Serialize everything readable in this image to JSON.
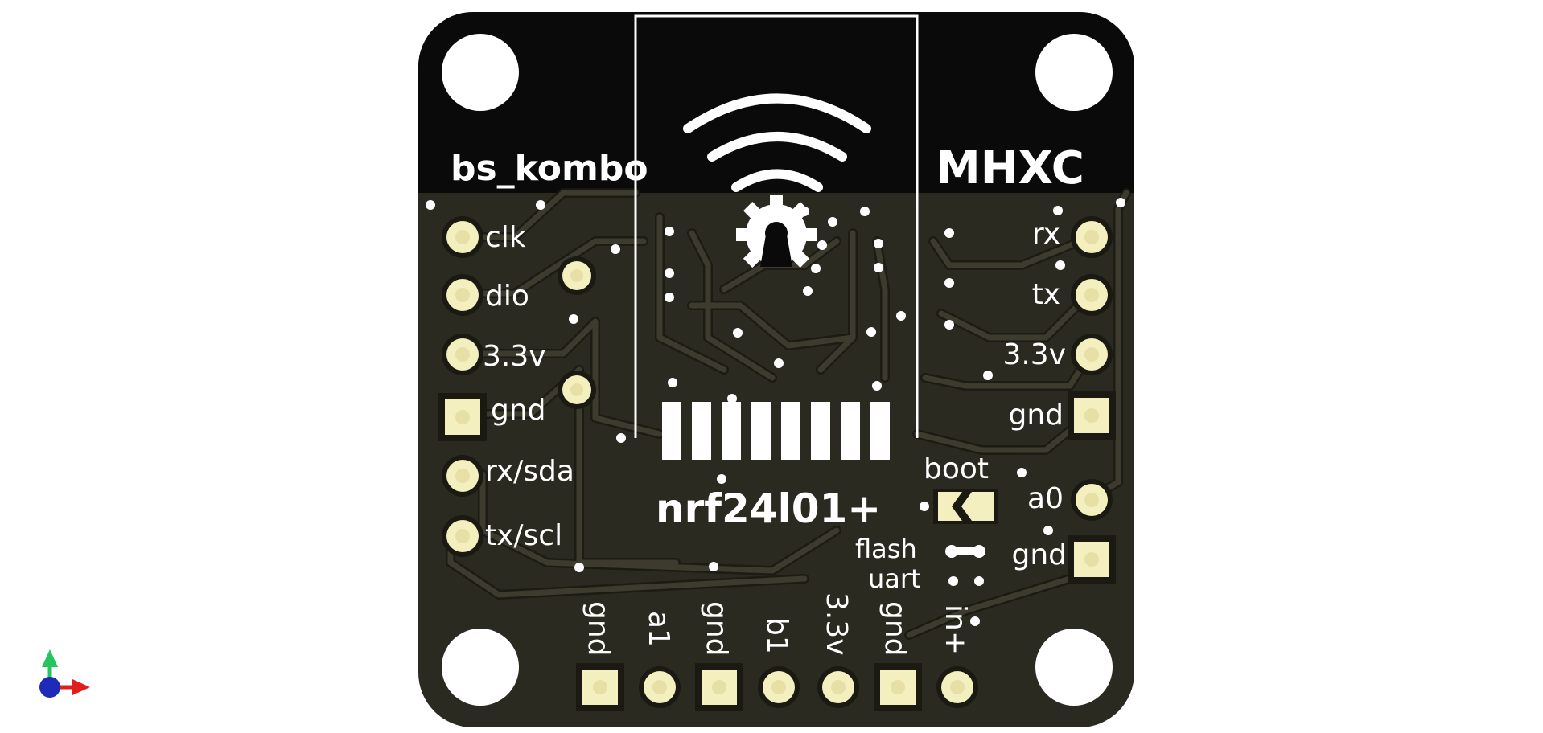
{
  "board": {
    "name_left": "bs_kombo",
    "name_right": "MHXC",
    "module_label": "nrf24l01+",
    "colors": {
      "background": "#ffffff",
      "board_black": "#0a0a0a",
      "board_green": "#2b2a20",
      "trace": "#3d3b2e",
      "pad": "#f4efbf",
      "silkscreen": "#ffffff"
    }
  },
  "left_header": [
    "clk",
    "dio",
    "3.3v",
    "gnd",
    "rx/sda",
    "tx/scl"
  ],
  "right_header": [
    "rx",
    "tx",
    "3.3v",
    "gnd"
  ],
  "right_lower": [
    "a0",
    "gnd"
  ],
  "bottom_header": [
    "gnd",
    "a1",
    "gnd",
    "b1",
    "3.3v",
    "gnd",
    "in+"
  ],
  "jumpers": {
    "boot": "boot",
    "flash": "flash",
    "uart": "uart"
  },
  "icons": [
    "wifi-icon",
    "oshw-gear-icon",
    "axis-triad-icon"
  ]
}
